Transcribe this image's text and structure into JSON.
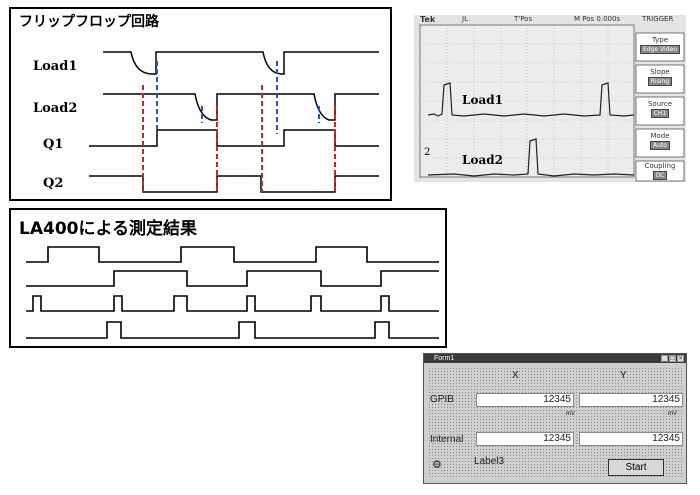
{
  "flipflop_panel": {
    "title": "フリップフロップ回路",
    "signals": [
      "Load1",
      "Load2",
      "Q1",
      "Q2"
    ]
  },
  "la400_panel": {
    "title": "LA400による測定結果"
  },
  "oscilloscope": {
    "header": [
      "Tek",
      "JL",
      "T'Pos",
      "M Pos 0.000s",
      "TRIGGER"
    ],
    "side_menu": [
      {
        "label": "Type",
        "value": "Edge Video"
      },
      {
        "label": "Slope",
        "value": "Rising"
      },
      {
        "label": "Source",
        "value": "CH1"
      },
      {
        "label": "Mode",
        "value": "Auto"
      },
      {
        "label": "Coupling",
        "value": "DC"
      }
    ],
    "traces": [
      "Load1",
      "Load2"
    ],
    "channel_marker": "2"
  },
  "dialog": {
    "title": "Form1",
    "col_x": "X",
    "col_y": "Y",
    "rows": [
      {
        "label": "GPIB",
        "x": "12345",
        "y": "12345"
      },
      {
        "label": "Internal",
        "x": "12345",
        "y": "12345"
      }
    ],
    "unit": "mV",
    "footer_label": "Label3",
    "start_label": "Start"
  },
  "colors": {
    "red_marker": "#d22222",
    "blue_marker": "#2255cc"
  }
}
